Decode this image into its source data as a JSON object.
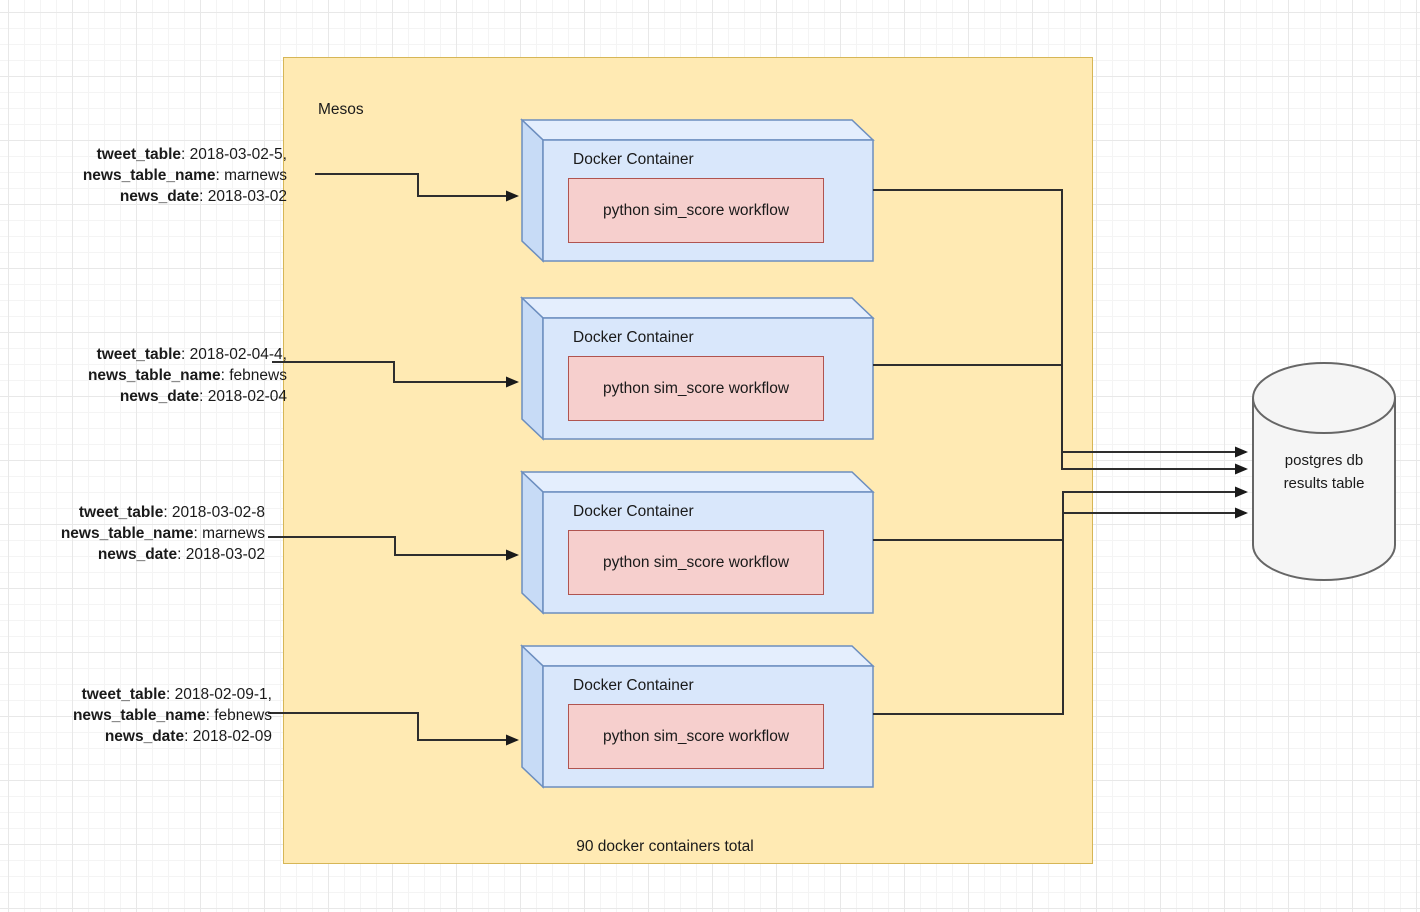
{
  "diagram": {
    "mesos": {
      "label": "Mesos",
      "caption": "90 docker containers total"
    },
    "containers": [
      {
        "title": "Docker Container",
        "workflow": "python sim_score workflow"
      },
      {
        "title": "Docker Container",
        "workflow": "python sim_score workflow"
      },
      {
        "title": "Docker Container",
        "workflow": "python sim_score workflow"
      },
      {
        "title": "Docker Container",
        "workflow": "python sim_score workflow"
      }
    ],
    "inputs": [
      {
        "lines": [
          {
            "key": "tweet_table",
            "value": ": 2018-03-02-5,"
          },
          {
            "key": "news_table_name",
            "value": ": marnews"
          },
          {
            "key": "news_date",
            "value": ": 2018-03-02"
          }
        ]
      },
      {
        "lines": [
          {
            "key": "tweet_table",
            "value": ": 2018-02-04-4,"
          },
          {
            "key": "news_table_name",
            "value": ": febnews"
          },
          {
            "key": "news_date",
            "value": ": 2018-02-04"
          }
        ]
      },
      {
        "lines": [
          {
            "key": "tweet_table",
            "value": ": 2018-03-02-8"
          },
          {
            "key": "news_table_name",
            "value": ": marnews"
          },
          {
            "key": "news_date",
            "value": ": 2018-03-02"
          }
        ]
      },
      {
        "lines": [
          {
            "key": "tweet_table",
            "value": ": 2018-02-09-1,"
          },
          {
            "key": "news_table_name",
            "value": ": febnews"
          },
          {
            "key": "news_date",
            "value": ": 2018-02-09"
          }
        ]
      }
    ],
    "database": {
      "line1": "postgres db",
      "line2": "results table"
    }
  },
  "colors": {
    "mesos_fill": "#ffeab3",
    "mesos_border": "#d6b656",
    "container_fill": "#d9e7fb",
    "container_border": "#6c8ebf",
    "workflow_fill": "#f6cfcd",
    "workflow_border": "#b05450",
    "db_fill": "#f5f5f5",
    "db_border": "#666666",
    "connector": "#2e2e2e"
  }
}
